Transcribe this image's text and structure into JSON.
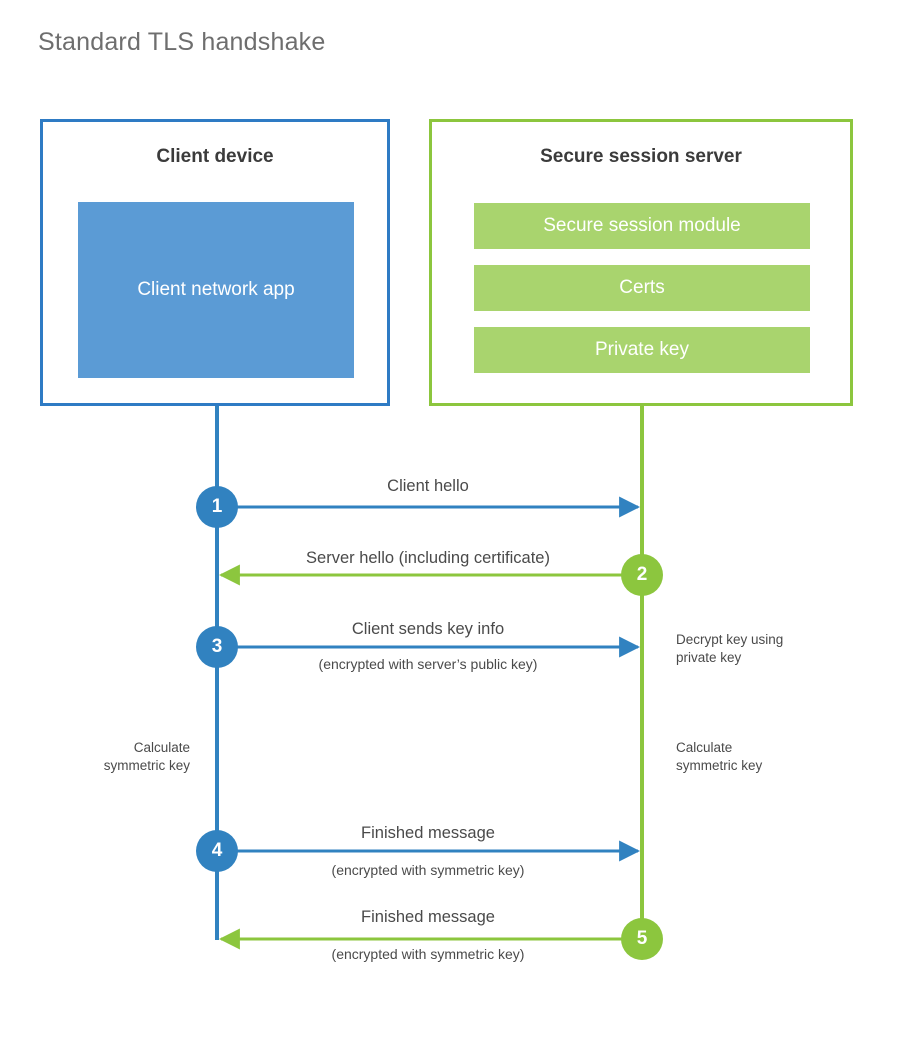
{
  "title": "Standard TLS handshake",
  "colors": {
    "client_accent": "#2e7bc4",
    "client_line": "#3182c0",
    "client_fill": "#5b9bd5",
    "server_accent": "#8cc63e",
    "server_fill": "#a9d46e",
    "text": "#4a4a4a",
    "title_text": "#6e6e6e"
  },
  "client": {
    "panel_title": "Client device",
    "app_box_label": "Client network app"
  },
  "server": {
    "panel_title": "Secure session server",
    "bars": [
      {
        "label": "Secure session module"
      },
      {
        "label": "Certs"
      },
      {
        "label": "Private key"
      }
    ]
  },
  "steps": [
    {
      "number": "1",
      "label": "Client hello",
      "sublabel": "",
      "direction": "client-to-server",
      "side": "client"
    },
    {
      "number": "2",
      "label": "Server hello (including certificate)",
      "sublabel": "",
      "direction": "server-to-client",
      "side": "server"
    },
    {
      "number": "3",
      "label": "Client sends key info",
      "sublabel": "(encrypted with server’s public key)",
      "direction": "client-to-server",
      "side": "client"
    },
    {
      "number": "4",
      "label": "Finished message",
      "sublabel": "(encrypted with symmetric key)",
      "direction": "client-to-server",
      "side": "client"
    },
    {
      "number": "5",
      "label": "Finished message",
      "sublabel": "(encrypted with symmetric key)",
      "direction": "server-to-client",
      "side": "server"
    }
  ],
  "notes": {
    "decrypt_key": "Decrypt key using\nprivate key",
    "calculate_symmetric_key_client": "Calculate\nsymmetric key",
    "calculate_symmetric_key_server": "Calculate\nsymmetric key"
  }
}
